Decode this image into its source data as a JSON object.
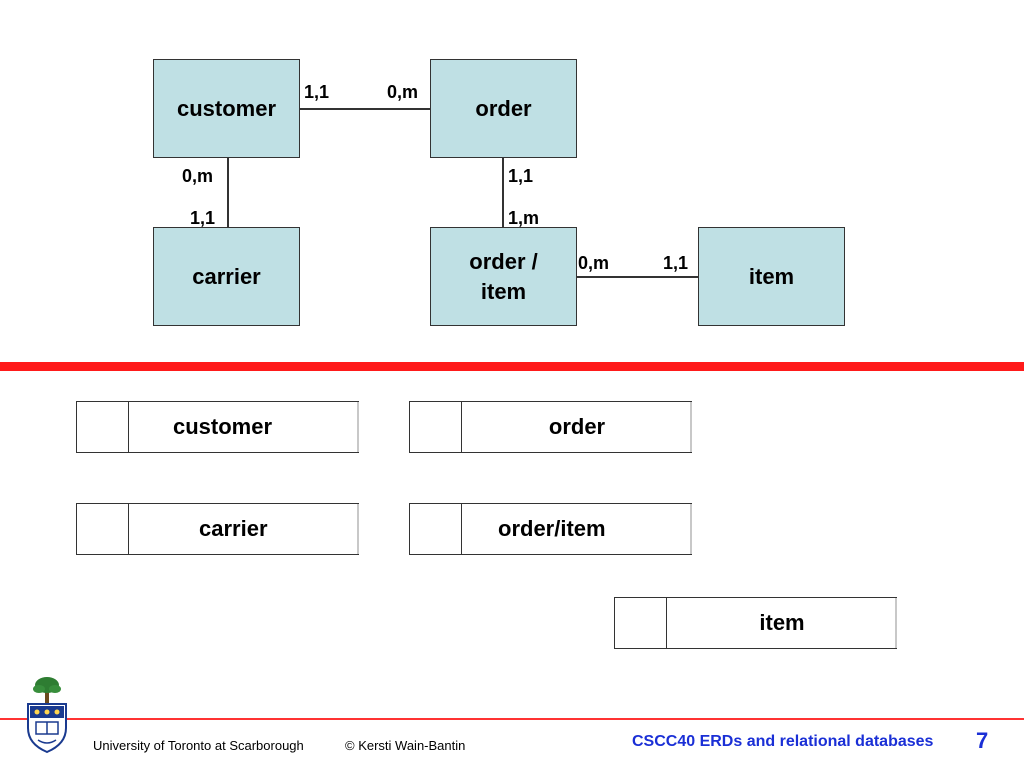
{
  "erd": {
    "entities": {
      "customer": "customer",
      "order": "order",
      "carrier": "carrier",
      "order_item": "order /\nitem",
      "item": "item"
    },
    "cardinalities": {
      "customer_order_left": "1,1",
      "customer_order_right": "0,m",
      "customer_carrier_top": "0,m",
      "customer_carrier_bottom": "1,1",
      "order_orderitem_top": "1,1",
      "order_orderitem_bottom": "1,m",
      "orderitem_item_left": "0,m",
      "orderitem_item_right": "1,1"
    }
  },
  "tables": [
    {
      "name": "customer"
    },
    {
      "name": "order"
    },
    {
      "name": "carrier"
    },
    {
      "name": "order/item"
    },
    {
      "name": "item"
    }
  ],
  "footer": {
    "institution": "University of Toronto at Scarborough",
    "copyright": "© Kersti Wain-Bantin",
    "course": "CSCC40  ERDs and relational databases",
    "page": "7"
  },
  "colors": {
    "entity_fill": "#bfe0e4",
    "divider_red": "#ff1a1a",
    "footer_text_blue": "#1a2fd6"
  },
  "icons": {
    "logo": "university-crest-icon"
  }
}
